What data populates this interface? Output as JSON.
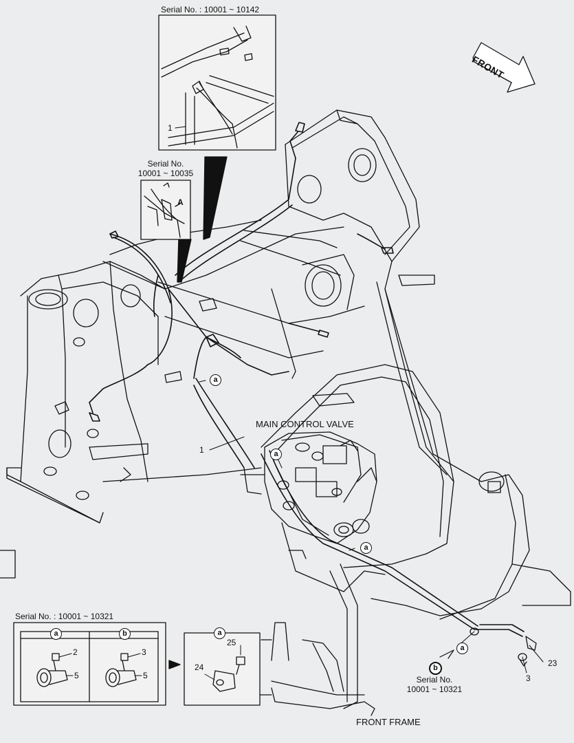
{
  "direction_label": "FRONT",
  "inset_top": {
    "serial": "Serial No. : 10001 ~ 10142",
    "callout": "1"
  },
  "inset_mid": {
    "serial_line1": "Serial No.",
    "serial_line2": "10001 ~ 10035",
    "view": "A"
  },
  "main": {
    "valve_label": "MAIN CONTROL VALVE",
    "frame_label": "FRONT FRAME",
    "callout_1": "1",
    "detail_a_1": "a",
    "detail_a_2": "a",
    "detail_a_3": "a",
    "detail_a_4": "a",
    "callout_23": "23",
    "callout_3": "3",
    "detail_b": "b",
    "serial_b_line1": "Serial No.",
    "serial_b_line2": "10001 ~ 10321"
  },
  "inset_bottom": {
    "serial": "Serial No. : 10001 ~ 10321",
    "panel_a": {
      "tag": "a",
      "bolt": "2",
      "clamp": "5"
    },
    "panel_b": {
      "tag": "b",
      "bolt": "3",
      "clamp": "5"
    }
  },
  "inset_detail": {
    "tag": "a",
    "bolt": "25",
    "bracket": "24"
  }
}
